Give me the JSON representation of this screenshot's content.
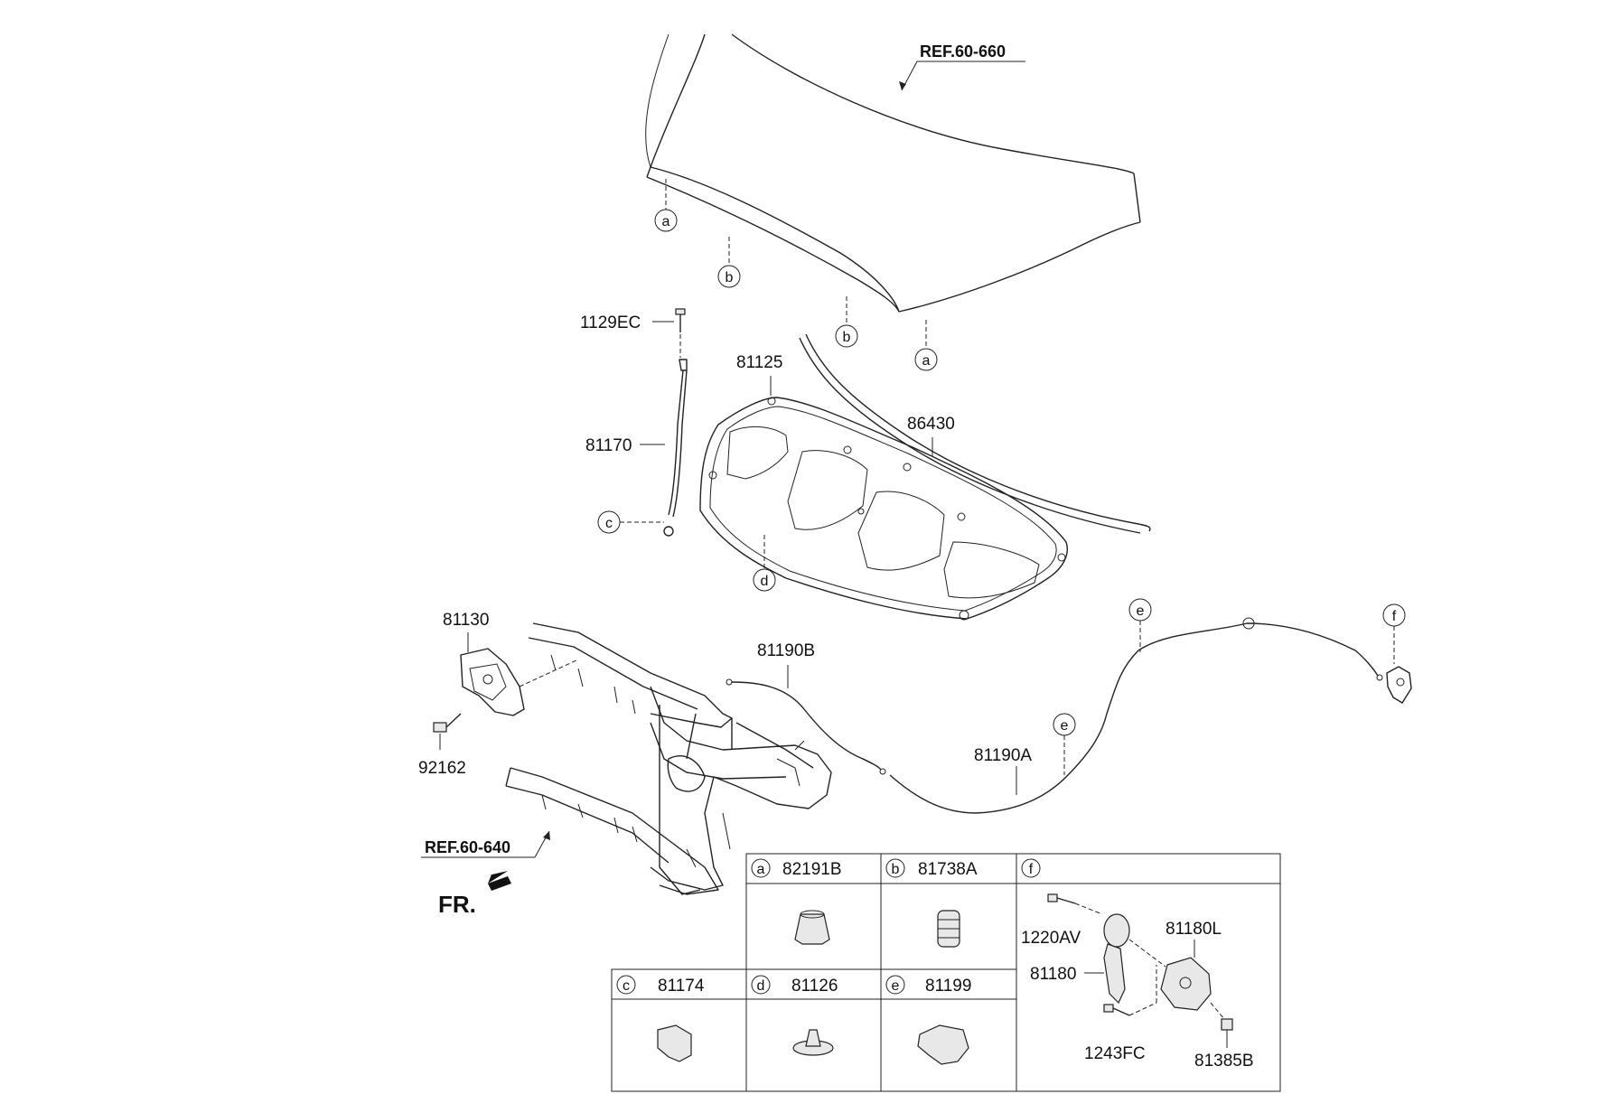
{
  "labels": {
    "ref_hood": "REF.60-660",
    "ref_carrier": "REF.60-640",
    "fr": "FR.",
    "p1129EC": "1129EC",
    "p81170": "81170",
    "p81125": "81125",
    "p86430": "86430",
    "p81130": "81130",
    "p92162": "92162",
    "p81190B": "81190B",
    "p81190A": "81190A"
  },
  "callouts": {
    "a": "a",
    "b": "b",
    "c": "c",
    "d": "d",
    "e": "e",
    "f": "f"
  },
  "table": {
    "cell_a": {
      "letter": "a",
      "part": "82191B"
    },
    "cell_b": {
      "letter": "b",
      "part": "81738A"
    },
    "cell_c": {
      "letter": "c",
      "part": "81174"
    },
    "cell_d": {
      "letter": "d",
      "part": "81126"
    },
    "cell_e": {
      "letter": "e",
      "part": "81199"
    },
    "cell_f": {
      "letter": "f",
      "parts": {
        "p1220AV": "1220AV",
        "p81180L": "81180L",
        "p81180": "81180",
        "p1243FC": "1243FC",
        "p81385B": "81385B"
      }
    }
  }
}
